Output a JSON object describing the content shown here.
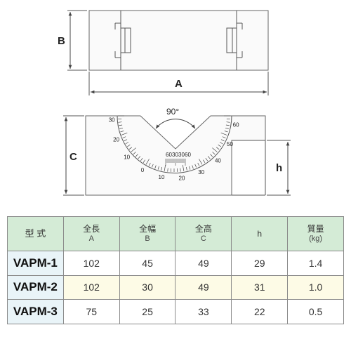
{
  "drawing": {
    "top_view": {
      "dim_width_label": "A",
      "dim_height_label": "B"
    },
    "front_view": {
      "dim_height_label": "C",
      "dim_h_label": "h",
      "angle_label": "90°"
    },
    "scale_outer_labels": [
      "30",
      "20",
      "10",
      "0",
      "10",
      "20",
      "30",
      "40",
      "50",
      "60"
    ],
    "scale_inner_labels": [
      "60",
      "30",
      "30",
      "60"
    ]
  },
  "spec_table": {
    "columns": [
      {
        "title": "型 式",
        "sub": ""
      },
      {
        "title": "全長",
        "sub": "A"
      },
      {
        "title": "全幅",
        "sub": "B"
      },
      {
        "title": "全高",
        "sub": "C"
      },
      {
        "title": "h",
        "sub": ""
      },
      {
        "title": "質量",
        "sub": "(kg)"
      }
    ],
    "rows": [
      {
        "model": "VAPM-1",
        "values": [
          "102",
          "45",
          "49",
          "29",
          "1.4"
        ]
      },
      {
        "model": "VAPM-2",
        "values": [
          "102",
          "30",
          "49",
          "31",
          "1.0"
        ]
      },
      {
        "model": "VAPM-3",
        "values": [
          "75",
          "25",
          "33",
          "22",
          "0.5"
        ]
      }
    ]
  }
}
